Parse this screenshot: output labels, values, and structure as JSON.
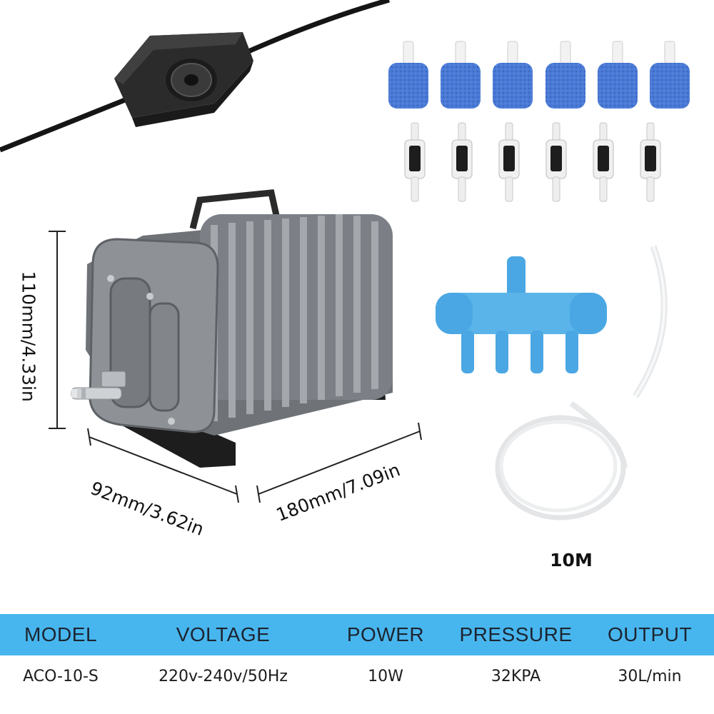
{
  "product_image": {
    "height_label": "110mm/4.33in",
    "depth_label": "92mm/3.62in",
    "width_label": "180mm/7.09in",
    "tube_label": "10M"
  },
  "specs": {
    "headers": [
      "MODEL",
      "VOLTAGE",
      "POWER",
      "PRESSURE",
      "OUTPUT"
    ],
    "values": [
      "ACO-10-S",
      "220v-240v/50Hz",
      "10W",
      "32KPA",
      "30L/min"
    ]
  },
  "colors": {
    "table_header_bg": "#48b6ee",
    "air_stone_blue": "#4a7ad6",
    "manifold_blue": "#5ab4ea",
    "pump_body": "#8a8d92"
  }
}
